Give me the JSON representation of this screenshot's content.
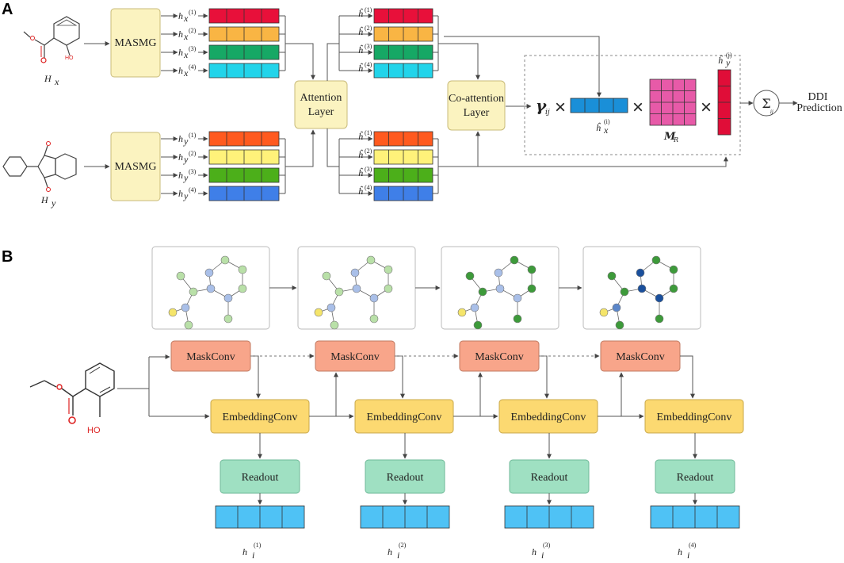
{
  "panelA": {
    "letter": "A",
    "drug_x_label": "H",
    "drug_x_sub": "x",
    "drug_y_label": "H",
    "drug_y_sub": "y",
    "encoder_label": "MASMG",
    "attention_label": [
      "Attention",
      "Layer"
    ],
    "coattention_label": [
      "Co-attention",
      "Layer"
    ],
    "hx_labels": [
      "(1)",
      "(2)",
      "(3)",
      "(4)"
    ],
    "hy_labels": [
      "(1)",
      "(2)",
      "(3)",
      "(4)"
    ],
    "gamma_label": "γ",
    "gamma_sub": "ij",
    "times": "×",
    "mr_label": "M",
    "mr_sub": "R",
    "sum_symbol": "Σ",
    "sum_sub": "ij",
    "output_label": [
      "DDI",
      "Prediction"
    ],
    "colors": {
      "x_rows": [
        "#e8103a",
        "#f9b544",
        "#16a865",
        "#22d4ea"
      ],
      "y_rows": [
        "#ff5a1f",
        "#fff27a",
        "#4caf1a",
        "#3f7fe8"
      ],
      "vector_x": "#1a8fd8",
      "matrix": "#e75aa8",
      "vector_y": "#e00d38",
      "box_fill": "#fbf3c0",
      "box_stroke": "#c9bb7a"
    }
  },
  "panelB": {
    "letter": "B",
    "maskconv_label": "MaskConv",
    "embedconv_label": "EmbeddingConv",
    "readout_label": "Readout",
    "h_labels": [
      "(1)",
      "(2)",
      "(3)",
      "(4)"
    ],
    "ho_label": "HO",
    "colors": {
      "maskconv_fill": "#f8a58a",
      "embed_fill": "#fcd971",
      "readout_fill": "#9fe0c2",
      "embed_vec": "#4fc2f5"
    }
  }
}
